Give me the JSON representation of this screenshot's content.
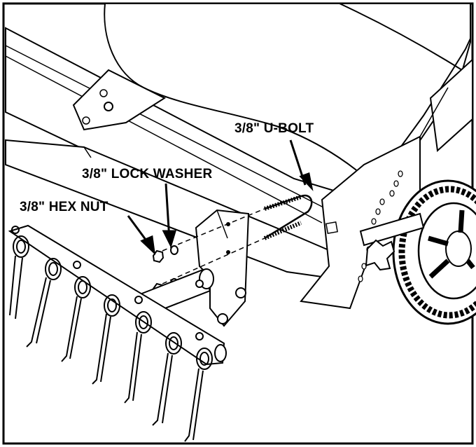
{
  "callouts": {
    "u_bolt": "3/8\" U-BOLT",
    "lock_washer": "3/8\" LOCK WASHER",
    "hex_nut": "3/8\" HEX NUT"
  },
  "colors": {
    "line": "#000000",
    "background": "#ffffff"
  }
}
